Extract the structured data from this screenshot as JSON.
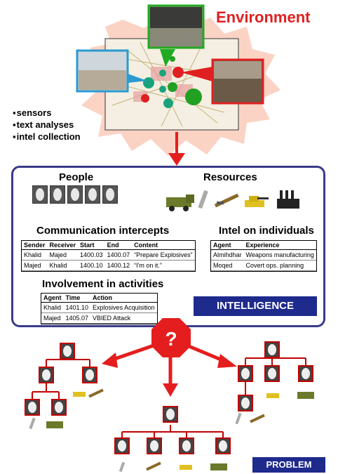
{
  "environment": {
    "title": "Environment",
    "bullets": [
      "sensors",
      "text analyses",
      "intel collection"
    ]
  },
  "intelligence": {
    "people_heading": "People",
    "resources_heading": "Resources",
    "comm_heading": "Communication intercepts",
    "intel_heading": "Intel on individuals",
    "involve_heading": "Involvement in activities",
    "badge": "INTELLIGENCE",
    "comm_table": {
      "headers": [
        "Sender",
        "Receiver",
        "Start",
        "End",
        "Content"
      ],
      "rows": [
        [
          "Khalid",
          "Majed",
          "1400.03",
          "1400.07",
          "“Prepare Explosives”"
        ],
        [
          "Majed",
          "Khalid",
          "1400.10",
          "1400.12",
          "“I'm on it.”"
        ]
      ]
    },
    "intel_table": {
      "headers": [
        "Agent",
        "Experience"
      ],
      "rows": [
        [
          "Almihdhar",
          "Weapons manufacturing"
        ],
        [
          "Moqed",
          "Covert ops. planning"
        ]
      ]
    },
    "involve_table": {
      "headers": [
        "Agent",
        "Time",
        "Action"
      ],
      "rows": [
        [
          "Khalid",
          "1401.10",
          "Explosives Acquisition"
        ],
        [
          "Majed",
          "1405.07",
          "VBIED Attack"
        ]
      ]
    }
  },
  "problem": {
    "question_mark": "?",
    "badge": "PROBLEM"
  },
  "colors": {
    "arrow": "#e41e1e",
    "burst": "#fbd3c4",
    "box_border": "#3a3a8a",
    "badge_bg": "#1e2a8c",
    "tree_line": "#c00000"
  }
}
